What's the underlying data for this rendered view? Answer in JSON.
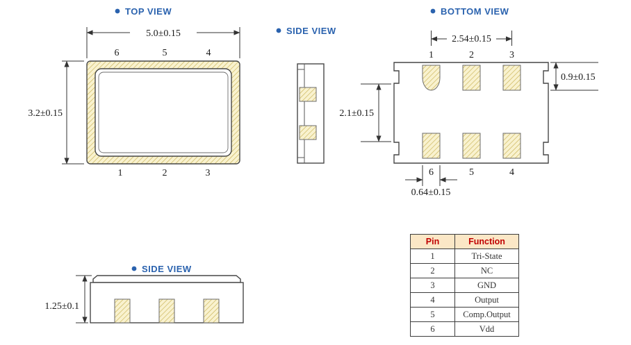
{
  "drawing": {
    "top_view": {
      "label": "TOP VIEW",
      "dim_width": "5.0±0.15",
      "dim_height": "3.2±0.15",
      "pins_top": [
        "6",
        "5",
        "4"
      ],
      "pins_bottom": [
        "1",
        "2",
        "3"
      ]
    },
    "side_view_upper": {
      "label": "SIDE VIEW"
    },
    "bottom_view": {
      "label": "BOTTOM VIEW",
      "dim_pitch": "2.54±0.15",
      "dim_pad_height": "0.9±0.15",
      "dim_row_gap": "2.1±0.15",
      "dim_pad_width": "0.64±0.15",
      "pins_top": [
        "1",
        "2",
        "3"
      ],
      "pins_bottom": [
        "6",
        "5",
        "4"
      ]
    },
    "side_view_lower": {
      "label": "SIDE VIEW",
      "dim_height": "1.25±0.1"
    }
  },
  "pin_table": {
    "headers": [
      "Pin",
      "Function"
    ],
    "rows": [
      [
        "1",
        "Tri-State"
      ],
      [
        "2",
        "NC"
      ],
      [
        "3",
        "GND"
      ],
      [
        "4",
        "Output"
      ],
      [
        "5",
        "Comp.Output"
      ],
      [
        "6",
        "Vdd"
      ]
    ]
  },
  "colors": {
    "label_blue": "#2a62ae",
    "header_red": "#c00000",
    "header_bg": "#fbe7c6",
    "hatch_bg": "#f9f2cf",
    "hatch_line": "#c9b254",
    "outline": "#474747"
  }
}
